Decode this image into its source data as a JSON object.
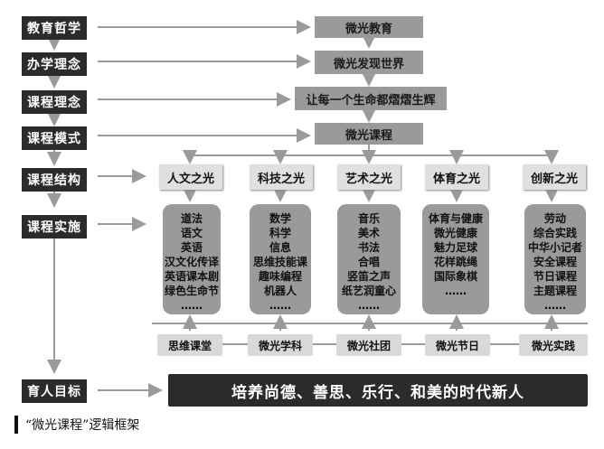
{
  "left_labels": [
    "教育哲学",
    "办学理念",
    "课程理念",
    "课程模式",
    "课程结构",
    "课程实施",
    "育人目标"
  ],
  "top_boxes": [
    "微光教育",
    "微光发现世界",
    "让每一个生命都熠熠生辉",
    "微光课程"
  ],
  "categories": [
    "人文之光",
    "科技之光",
    "艺术之光",
    "体育之光",
    "创新之光"
  ],
  "contents": [
    [
      "道法",
      "语文",
      "英语",
      "汉文化传译",
      "英语课本剧",
      "绿色生命节",
      "……"
    ],
    [
      "数学",
      "科学",
      "信息",
      "思维技能课",
      "趣味编程",
      "机器人",
      "……"
    ],
    [
      "音乐",
      "美术",
      "书法",
      "合唱",
      "竖笛之声",
      "纸艺润童心",
      "……"
    ],
    [
      "体育与健康",
      "微光健康",
      "魅力足球",
      "花样跳绳",
      "国际象棋",
      "……"
    ],
    [
      "劳动",
      "综合实践",
      "中华小记者",
      "安全课程",
      "节日课程",
      "主题课程",
      "……"
    ]
  ],
  "bottom_boxes": [
    "思维课堂",
    "微光学科",
    "微光社团",
    "微光节日",
    "微光实践"
  ],
  "goal": "培养尚德、善思、乐行、和美的时代新人",
  "caption": "“微光课程”逻辑框架"
}
